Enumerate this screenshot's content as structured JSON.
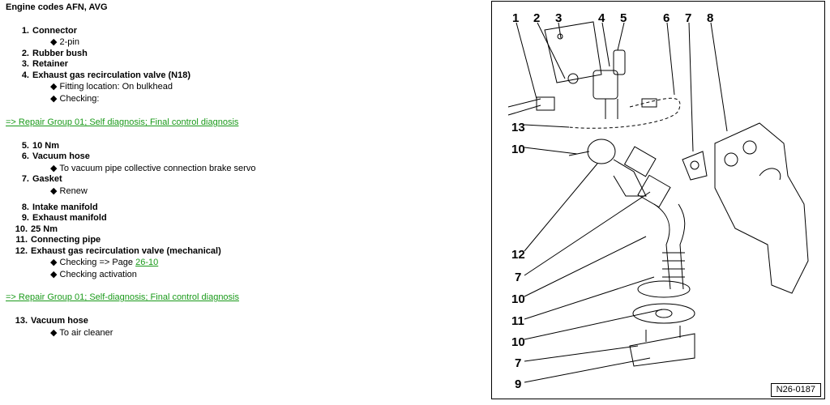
{
  "title": "Engine codes AFN, AVG",
  "items": [
    {
      "n": "1.",
      "label": "Connector",
      "subs": [
        "2-pin"
      ]
    },
    {
      "n": "2.",
      "label": "Rubber bush",
      "subs": []
    },
    {
      "n": "3.",
      "label": "Retainer",
      "subs": []
    },
    {
      "n": "4.",
      "label": "Exhaust gas recirculation valve (N18)",
      "subs": [
        "Fitting location: On bulkhead",
        "Checking:"
      ]
    },
    {
      "n": "5.",
      "label": "10 Nm",
      "subs": []
    },
    {
      "n": "6.",
      "label": "Vacuum hose",
      "subs": [
        "To vacuum pipe collective connection brake servo"
      ]
    },
    {
      "n": "7.",
      "label": "Gasket",
      "subs": [
        "Renew"
      ]
    },
    {
      "n": "8.",
      "label": "Intake manifold",
      "subs": []
    },
    {
      "n": "9.",
      "label": "Exhaust manifold",
      "subs": []
    },
    {
      "n": "10.",
      "label": "25 Nm",
      "subs": []
    },
    {
      "n": "11.",
      "label": "Connecting pipe",
      "subs": []
    },
    {
      "n": "12.",
      "label": "Exhaust gas recirculation valve (mechanical)",
      "subs": [
        "Checking => Page ",
        "Checking activation"
      ]
    },
    {
      "n": "13.",
      "label": "Vacuum hose",
      "subs": [
        "To air cleaner"
      ]
    }
  ],
  "page_link": "26-10",
  "links": [
    "=> Repair Group 01; Self diagnosis; Final control diagnosis",
    "=> Repair Group 01; Self-diagnosis; Final control diagnosis"
  ],
  "diagram": {
    "top_callouts": [
      "1",
      "2",
      "3",
      "4",
      "5",
      "6",
      "7",
      "8"
    ],
    "left_callouts": [
      "13",
      "10",
      "12",
      "7",
      "10",
      "11",
      "10",
      "7",
      "9"
    ],
    "figure_id": "N26-0187"
  }
}
